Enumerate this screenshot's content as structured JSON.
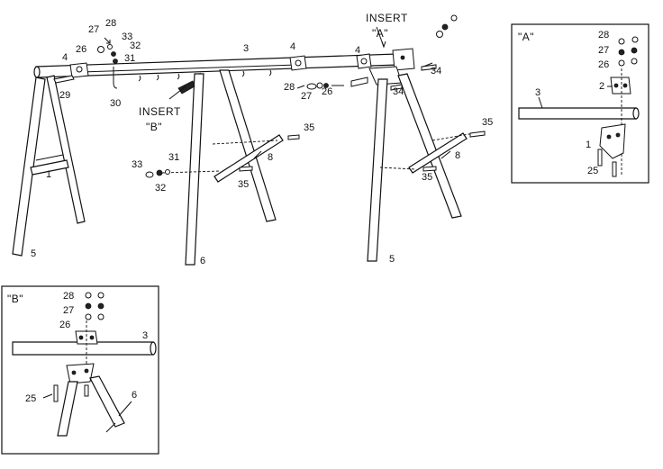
{
  "insert_labels": {
    "insert_a_word": "INSERT",
    "insert_a_letter": "\"A\"",
    "insert_b_word": "INSERT",
    "insert_b_letter": "\"B\""
  },
  "inset_a": {
    "title": "\"A\"",
    "parts": [
      "28",
      "27",
      "26",
      "3",
      "2",
      "1",
      "25"
    ]
  },
  "inset_b": {
    "title": "\"B\"",
    "parts": [
      "28",
      "27",
      "26",
      "3",
      "25",
      "6"
    ]
  },
  "main_parts": {
    "p27a": "27",
    "p28a": "28",
    "p33a": "33",
    "p26a": "26",
    "p32a": "32",
    "p4a": "4",
    "p31a": "31",
    "p3": "3",
    "p4b": "4",
    "p4c": "4",
    "p29": "29",
    "p30": "30",
    "p34a": "34",
    "p34b": "34",
    "p28b": "28",
    "p27b": "27",
    "p26b": "26",
    "p35a": "35",
    "p35b": "35",
    "p35c": "35",
    "p35d": "35",
    "p8a": "8",
    "p8b": "8",
    "p1": "1",
    "p5a": "5",
    "p5b": "5",
    "p6": "6",
    "p33b": "33",
    "p31b": "31",
    "p32b": "32"
  },
  "colors": {
    "ink": "#111111",
    "paper": "#ffffff"
  }
}
